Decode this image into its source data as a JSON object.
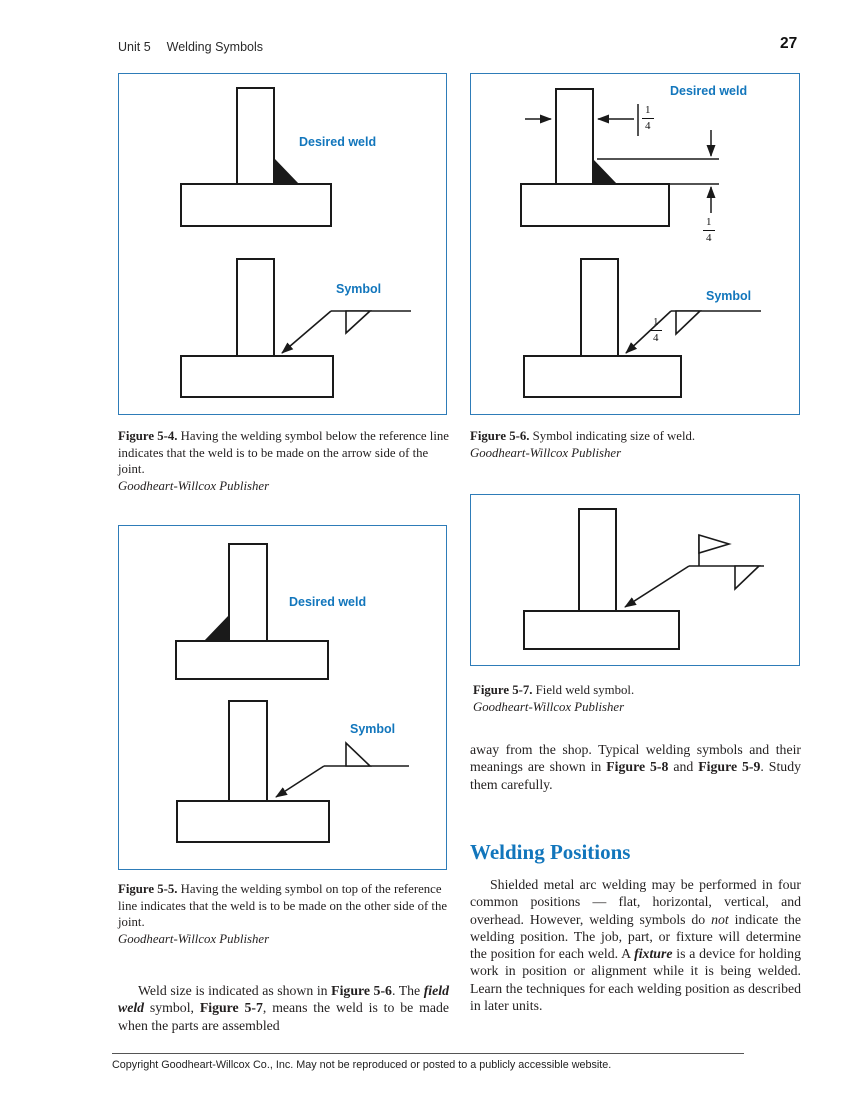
{
  "colors": {
    "accent_blue": "#1276bc"
  },
  "header": {
    "unit_label": "Unit 5",
    "section_title": "Welding Symbols",
    "page_number": "27"
  },
  "figures": {
    "fig54": {
      "desired_label": "Desired weld",
      "symbol_label": "Symbol",
      "caption_label": "Figure 5-4.",
      "caption_text": " Having the welding symbol below the reference line indicates that the weld is to be made on the arrow side of the joint.",
      "credit": "Goodheart-Willcox Publisher"
    },
    "fig56": {
      "desired_label": "Desired weld",
      "symbol_label": "Symbol",
      "fraction": {
        "numerator": "1",
        "denominator": "4"
      },
      "caption_label": "Figure 5-6.",
      "caption_text": " Symbol indicating size of weld.",
      "credit": "Goodheart-Willcox Publisher"
    },
    "fig55": {
      "desired_label": "Desired weld",
      "symbol_label": "Symbol",
      "caption_label": "Figure 5-5.",
      "caption_text": " Having the welding symbol on top of the reference line indicates that the weld is to be made on the other side of the joint.",
      "credit": "Goodheart-Willcox Publisher"
    },
    "fig57": {
      "caption_label": "Figure 5-7.",
      "caption_text": " Field weld symbol.",
      "credit": "Goodheart-Willcox Publisher"
    }
  },
  "left_column": {
    "para": {
      "p1": "Weld size is indicated as shown in ",
      "b1": "Figure 5-6",
      "p2": ". The ",
      "bi1": "field weld",
      "p3": " symbol, ",
      "b2": "Figure 5-7",
      "p4": ", means the weld is to be made when the parts are assembled"
    }
  },
  "right_column": {
    "para1": {
      "p1": "away from the shop. Typical welding symbols and their meanings are shown in ",
      "b1": "Figure 5-8",
      "p2": " and ",
      "b2": "Figure 5-9",
      "p3": ". Study them carefully."
    },
    "heading": "Welding Positions",
    "para2": {
      "p1": "Shielded metal arc welding may be performed in four common positions — flat, horizontal, vertical, and overhead. However, welding symbols do ",
      "i1": "not",
      "p2": " indicate the welding position. The job, part, or fixture will determine the position for each weld. A ",
      "bi1": "fixture",
      "p3": " is a device for holding work in position or alignment while it is being welded. Learn the techniques for each welding position as described in later units."
    }
  },
  "footer": {
    "text": "Copyright Goodheart-Willcox Co., Inc.  May not be reproduced or posted to a publicly accessible website."
  }
}
